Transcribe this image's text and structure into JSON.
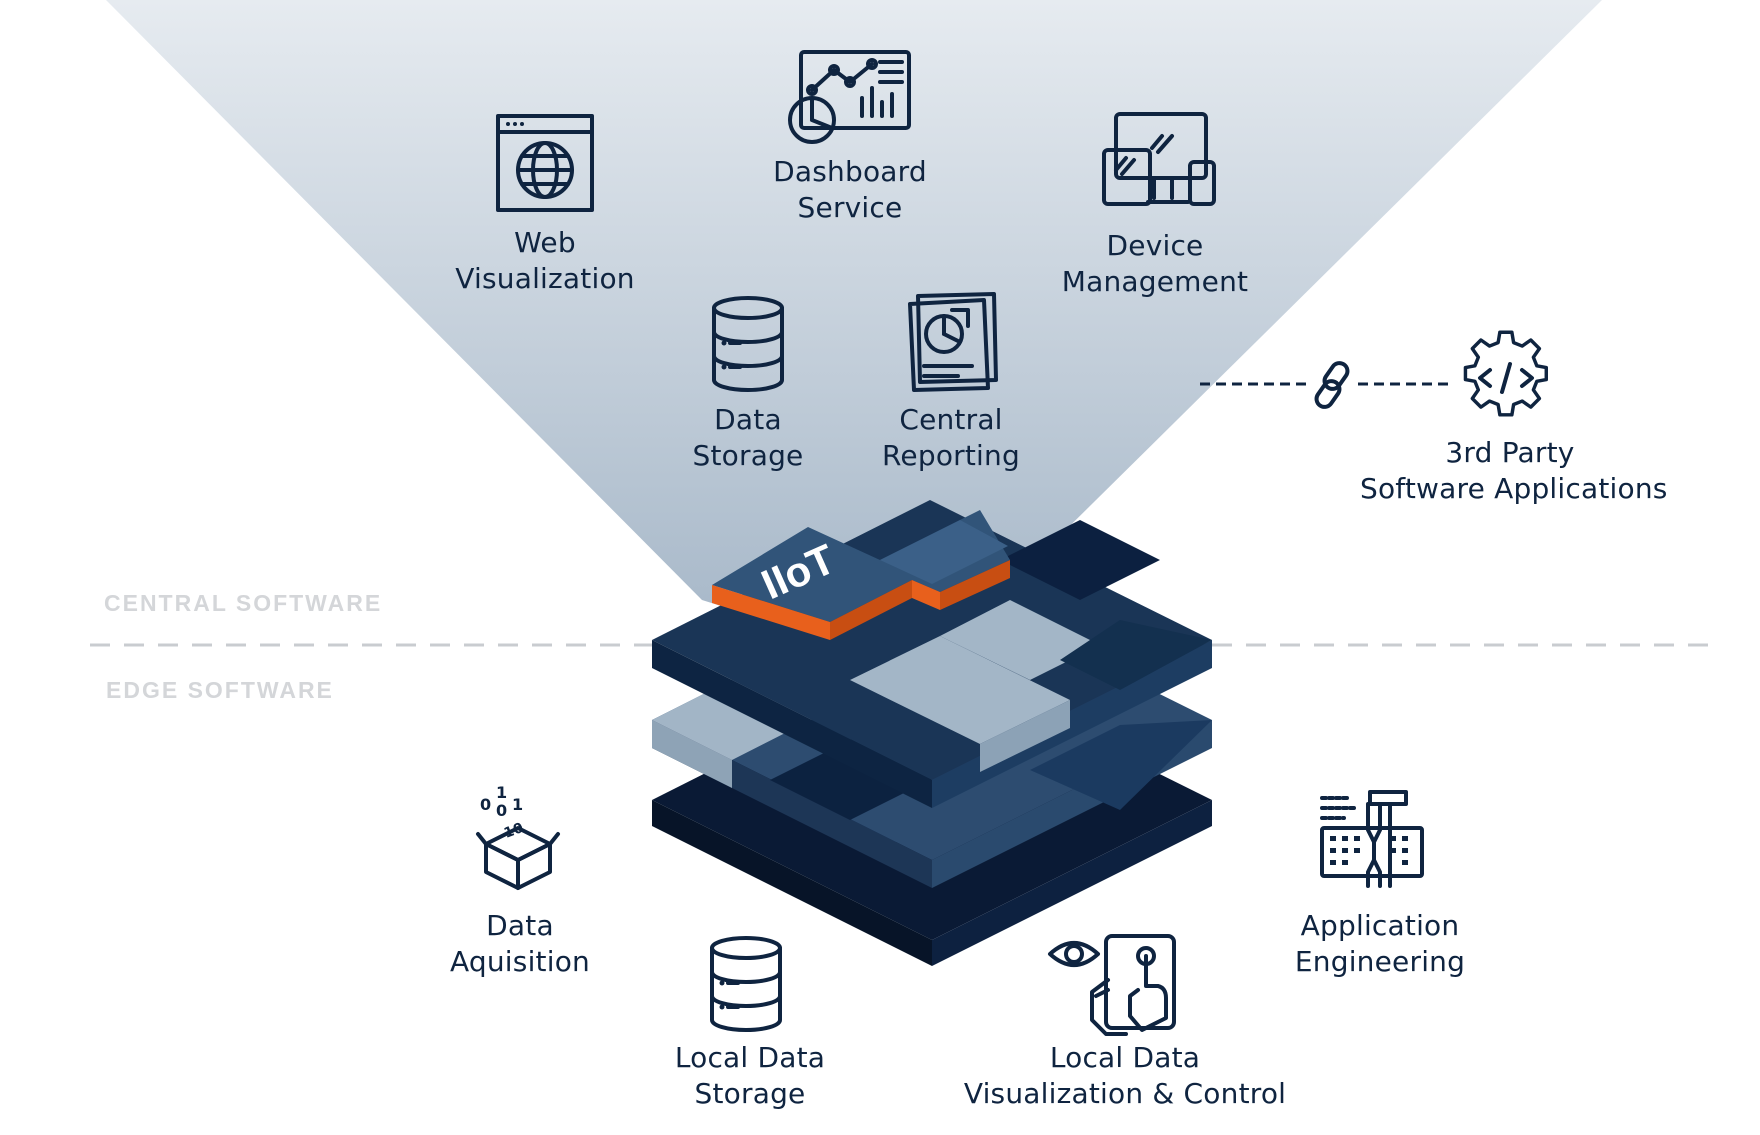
{
  "zones": {
    "central": "CENTRAL SOFTWARE",
    "edge": "EDGE SOFTWARE"
  },
  "platform": {
    "badge": "IIoT"
  },
  "central_items": {
    "dashboard": [
      "Dashboard",
      "Service"
    ],
    "web": [
      "Web",
      "Visualization"
    ],
    "device": [
      "Device",
      "Management"
    ],
    "data_storage": [
      "Data",
      "Storage"
    ],
    "central_reporting": [
      "Central",
      "Reporting"
    ]
  },
  "third_party": [
    "3rd Party",
    "Software Applications"
  ],
  "edge_items": {
    "acquisition": [
      "Data",
      "Aquisition"
    ],
    "app_engineering": [
      "Application",
      "Engineering"
    ],
    "local_storage": [
      "Local Data",
      "Storage"
    ],
    "local_vis": [
      "Local Data",
      "Visualization & Control"
    ]
  },
  "icons": [
    "browser-globe-icon",
    "dashboard-chart-icon",
    "devices-icon",
    "database-icon",
    "report-pie-icon",
    "link-icon",
    "code-gear-icon",
    "data-box-icon",
    "keyboard-tools-icon",
    "eye-touch-icon"
  ],
  "colors": {
    "navy": "#0f2440",
    "accent_orange": "#e8601c",
    "cone_top": "#e4e9ee",
    "cone_bottom": "#a9b9c9",
    "zone_text": "#d4d6d9"
  }
}
